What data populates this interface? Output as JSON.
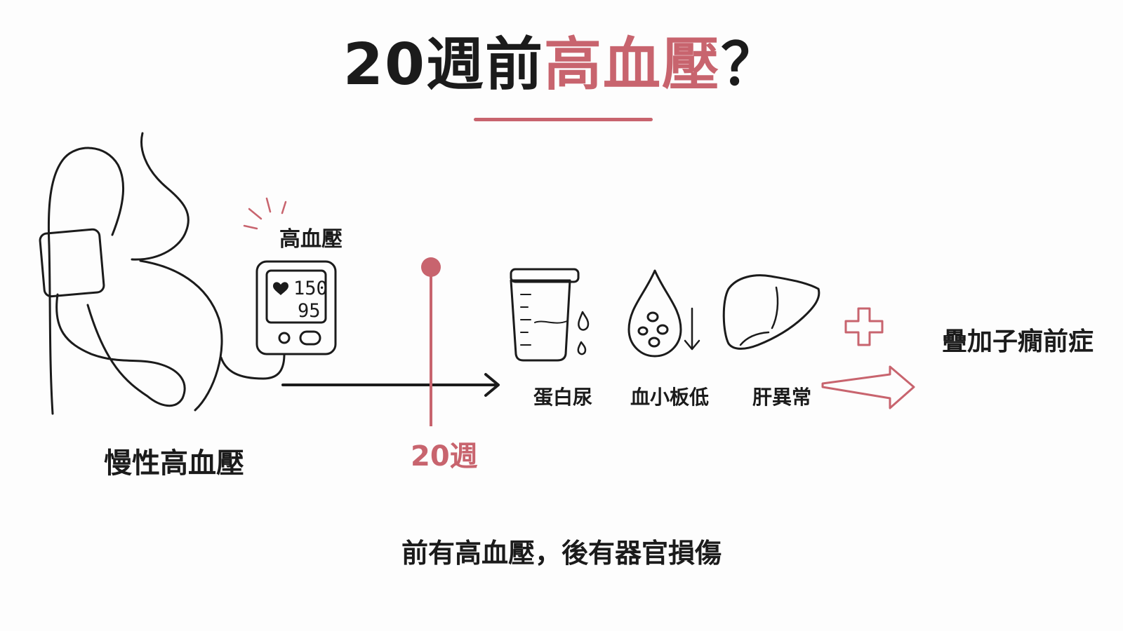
{
  "title": {
    "prefix": "20週前",
    "highlight": "高血壓",
    "suffix": "？"
  },
  "labels": {
    "bp_monitor": "高血壓",
    "chronic": "慢性高血壓",
    "week_marker": "20週",
    "result": "疊加子癇前症",
    "summary": "前有高血壓，後有器官損傷"
  },
  "monitor": {
    "systolic": "150",
    "diastolic": "95"
  },
  "symptoms": [
    {
      "label": "蛋白尿",
      "icon": "urine-cup-icon"
    },
    {
      "label": "血小板低",
      "icon": "blood-drop-icon"
    },
    {
      "label": "肝異常",
      "icon": "liver-icon"
    }
  ],
  "colors": {
    "accent": "#c8646e",
    "ink": "#1b1b1b"
  }
}
